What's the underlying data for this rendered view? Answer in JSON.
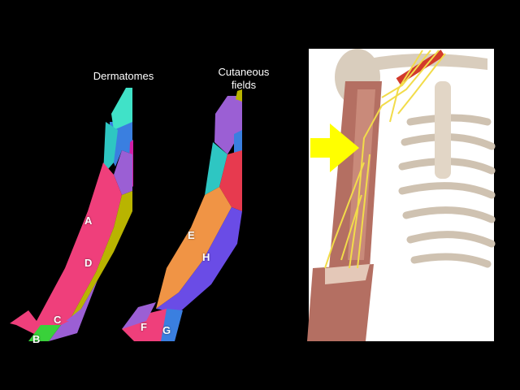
{
  "titles": {
    "dermatomes": "Dermatomes",
    "cutaneous_line1": "Cutaneous",
    "cutaneous_line2": "fields"
  },
  "labels": {
    "A": "A",
    "B": "B",
    "C": "C",
    "D": "D",
    "E": "E",
    "F": "F",
    "G": "G",
    "H": "H"
  },
  "colors": {
    "background": "#000000",
    "pink": "#ef3f7b",
    "olive": "#b9b400",
    "teal": "#2ec6c2",
    "cyan_top": "#40e2c8",
    "blue": "#3a7fe0",
    "purple": "#9b5fd4",
    "green": "#39d13a",
    "magenta": "#d21ea6",
    "orange": "#f09445",
    "violet": "#6a4ce6",
    "red": "#e73a4f",
    "arrow": "#ffff00",
    "nerve": "#f2dc4a",
    "muscle": "#b46f62",
    "bone": "#d9cdbd",
    "artery": "#d23a2b"
  }
}
